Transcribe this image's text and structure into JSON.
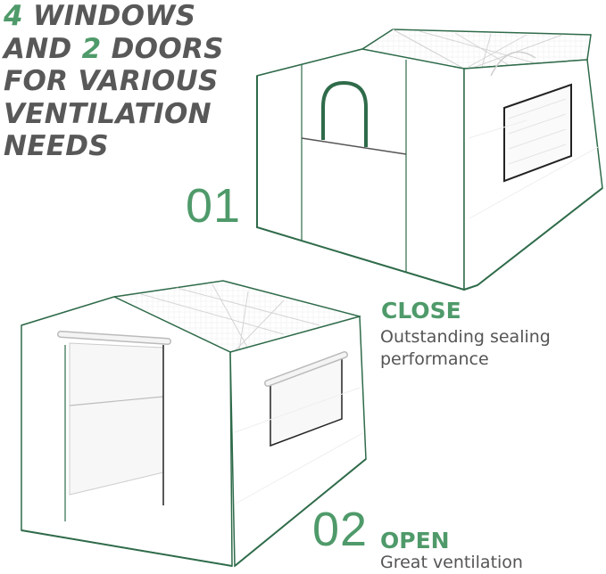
{
  "headline": {
    "line1_accent": "4",
    "line1_rest": " WINDOWS",
    "line2_start": "AND ",
    "line2_accent": "2",
    "line2_rest": " DOORS",
    "line3": "FOR VARIOUS",
    "line4": "VENTILATION",
    "line5": "NEEDS"
  },
  "steps": [
    {
      "number": "01",
      "title": "CLOSE",
      "description_line1": "Outstanding sealing",
      "description_line2": "performance"
    },
    {
      "number": "02",
      "title": "OPEN",
      "description_line1": "Great ventilation",
      "description_line2": ""
    }
  ],
  "colors": {
    "accent_green": "#4f9a6a",
    "headline_gray": "#585858",
    "frame_green": "#2f6b4a",
    "cover_white": "#ffffff"
  },
  "images": [
    {
      "name": "greenhouse-closed-image",
      "state": "closed"
    },
    {
      "name": "greenhouse-open-image",
      "state": "open"
    }
  ]
}
